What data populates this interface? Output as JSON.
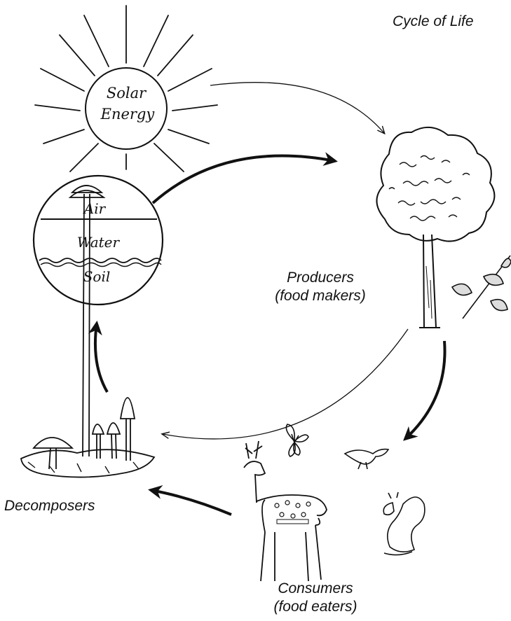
{
  "title": "Cycle of Life",
  "sun_label_line1": "Solar",
  "sun_label_line2": "Energy",
  "globe": {
    "air": "Air",
    "water": "Water",
    "soil": "Soil"
  },
  "producers": {
    "line1": "Producers",
    "line2": "(food makers)"
  },
  "consumers": {
    "line1": "Consumers",
    "line2": "(food eaters)"
  },
  "decomposers": "Decomposers",
  "colors": {
    "ink": "#111111",
    "background": "#ffffff"
  }
}
